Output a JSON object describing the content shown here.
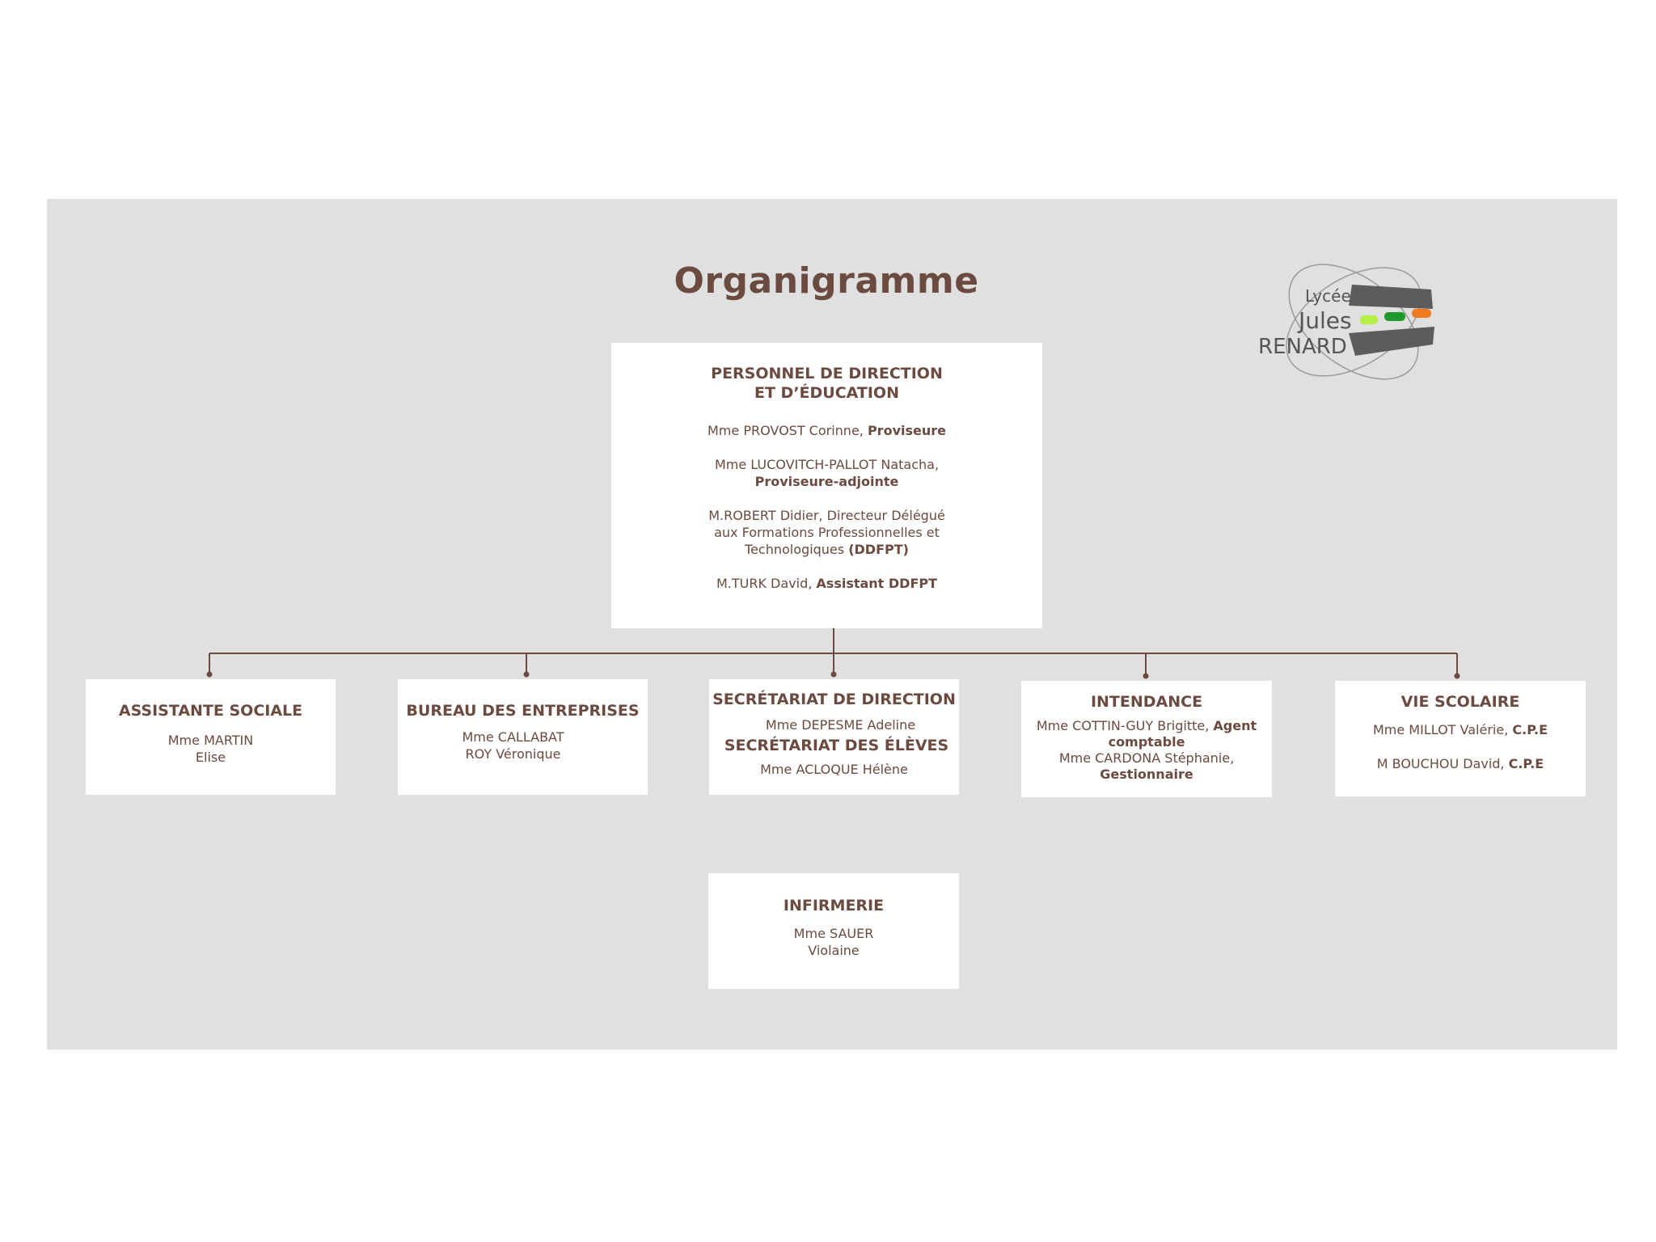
{
  "title": "Organigramme",
  "logo": {
    "line1": "Lycée",
    "line2": "Jules",
    "line3": "RENARD",
    "colors": [
      "#b5f044",
      "#1e9a2a",
      "#f07a1e"
    ]
  },
  "direction": {
    "heading_line1": "PERSONNEL DE DIRECTION",
    "heading_line2": "ET D’ÉDUCATION",
    "m1_name": "Mme PROVOST Corinne, ",
    "m1_role": "Proviseure",
    "m2_name": "Mme LUCOVITCH-PALLOT Natacha,",
    "m2_role": "Proviseure-adjointe",
    "m3_line1": "M.ROBERT Didier, Directeur Délégué",
    "m3_line2": "aux Formations Professionnelles et",
    "m3_line3": "Technologiques ",
    "m3_role": "(DDFPT)",
    "m4_name": "M.TURK David, ",
    "m4_role": "Assistant DDFPT"
  },
  "assistante_sociale": {
    "heading": "ASSISTANTE SOCIALE",
    "line1": "Mme MARTIN",
    "line2": "Elise"
  },
  "bureau_entreprises": {
    "heading": "BUREAU DES ENTREPRISES",
    "line1": "Mme CALLABAT",
    "line2": "ROY Véronique"
  },
  "secretariat": {
    "heading1": "SECRÉTARIAT DE DIRECTION",
    "line1": "Mme DEPESME Adeline",
    "heading2": "SECRÉTARIAT DES ÉLÈVES",
    "line2": "Mme ACLOQUE Hélène"
  },
  "intendance": {
    "heading": "INTENDANCE",
    "m1_name": "Mme COTTIN-GUY Brigitte, ",
    "m1_role_a": "Agent",
    "m1_role_b": "comptable",
    "m2_name": "Mme CARDONA Stéphanie,",
    "m2_role": "Gestionnaire"
  },
  "vie_scolaire": {
    "heading": "VIE SCOLAIRE",
    "m1_name": "Mme MILLOT Valérie, ",
    "m1_role": "C.P.E",
    "m2_name": "M BOUCHOU David, ",
    "m2_role": "C.P.E"
  },
  "infirmerie": {
    "heading": "INFIRMERIE",
    "line1": "Mme SAUER",
    "line2": "Violaine"
  },
  "colors": {
    "background": "#e0e0e0",
    "text": "#6b4a40",
    "connector": "#6b4a40"
  }
}
